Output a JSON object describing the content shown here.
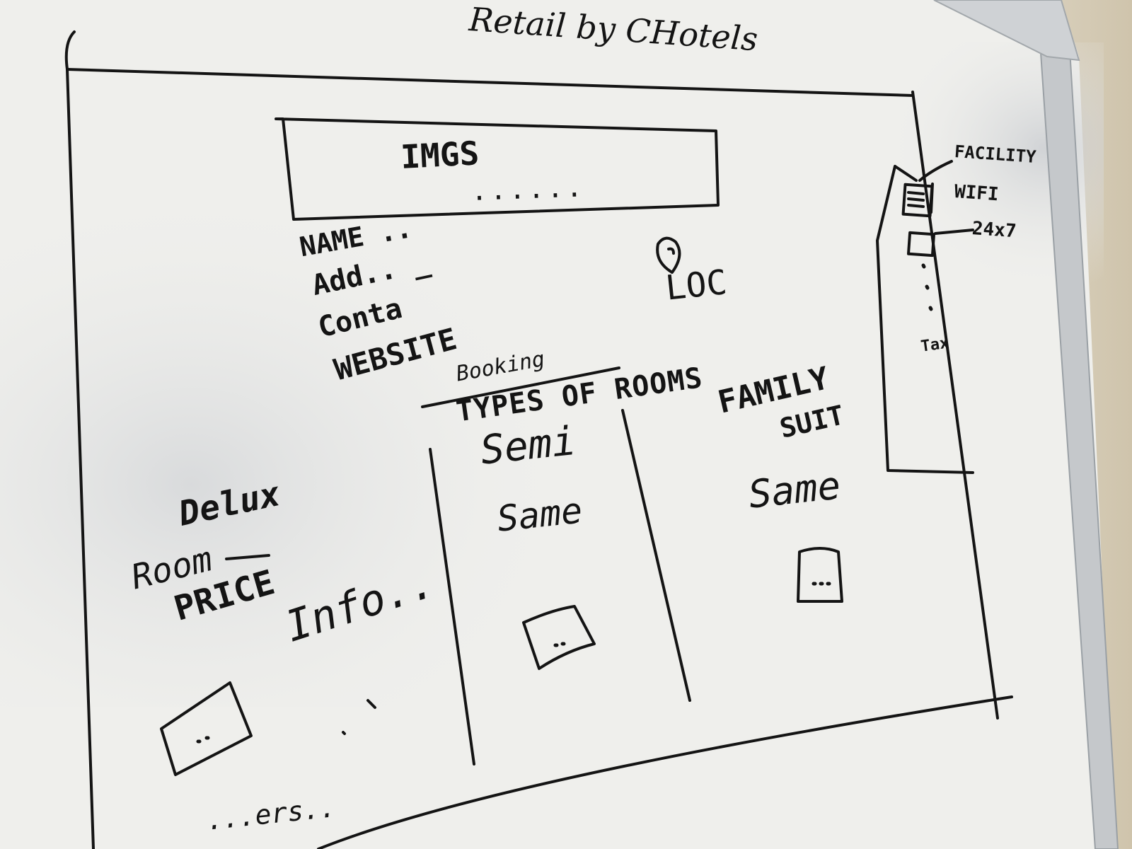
{
  "whiteboard": {
    "title": "Retail by CHotels",
    "header": {
      "imgs_label": "IMGS",
      "imgs_dots": "......"
    },
    "hotel_info": {
      "name": "NAME ..",
      "address": "Add.. _",
      "contact": "Conta",
      "website": "WEBSITE",
      "location": "LOC"
    },
    "booking": {
      "label": "Booking",
      "types_of_rooms": "TYPES OF ROOMS"
    },
    "sidebar": {
      "facility": "FACILITY",
      "wifi": "WIFI",
      "hours": "24x7",
      "tax": "Tax"
    },
    "rooms": {
      "semi": {
        "title": "Semi",
        "same": "Same"
      },
      "family": {
        "title": "FAMILY",
        "subtitle": "SUIT",
        "same": "Same"
      },
      "delux": {
        "title": "Delux",
        "room": "Room",
        "price": "PRICE",
        "info": "Info.."
      }
    },
    "bottom_note": "...ers.."
  },
  "colors": {
    "ink": "#141414",
    "board": "#f1f1ee",
    "frame": "#b8bcc0",
    "wall": "#d8cfbb"
  }
}
